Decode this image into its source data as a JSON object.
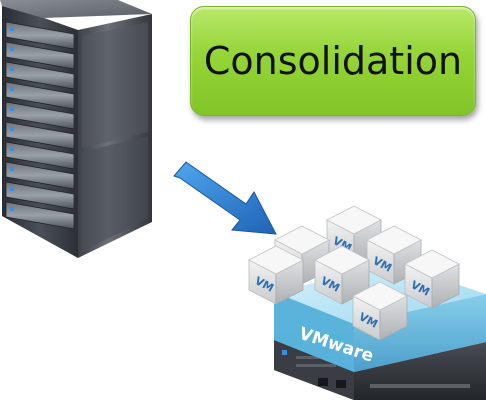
{
  "title": {
    "text": "Consolidation",
    "background_color": "#94d436"
  },
  "physical_server": {
    "icon": "server-rack-icon",
    "drive_bays": 10
  },
  "arrow": {
    "icon": "arrow-right-down-icon",
    "color": "#2f7fd0"
  },
  "virtualization_host": {
    "platform_label": "VMware",
    "layer_color": "#5cb6dc",
    "vm_label": "VM",
    "vm_count": 7
  }
}
